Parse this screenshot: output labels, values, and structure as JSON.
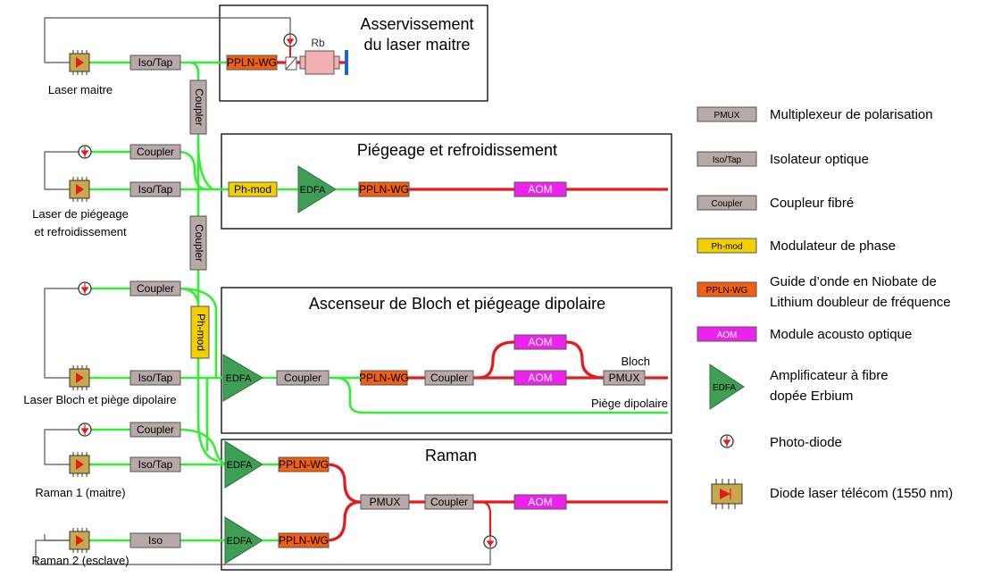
{
  "colors": {
    "fiber_green": "#33ee33",
    "free_space_red": "#e41b1b",
    "pmux_fill": "#b8a8a8",
    "isotap_fill": "#b8a8a8",
    "coupler_fill": "#b8a8a8",
    "phmod_fill": "#f2d000",
    "pplnwg_fill": "#f06010",
    "aom_fill": "#ee22ee",
    "edfa_fill": "#3f9e55",
    "laser_fill": "#c8a84c",
    "rb_cell_fill": "#f2b0b0",
    "mirror_blue": "#2266cc"
  },
  "panels": {
    "master_lock": {
      "title_line1": "Asservissement",
      "title_line2": "du laser maitre"
    },
    "cooling": {
      "title": "Piégeage et refroidissement"
    },
    "bloch": {
      "title": "Ascenseur de Bloch et piégeage dipolaire",
      "out_bloch": "Bloch",
      "out_dipole": "Piège dipolaire"
    },
    "raman": {
      "title": "Raman"
    }
  },
  "lasers": {
    "master": "Laser maitre",
    "cooling_line1": "Laser de piégeage",
    "cooling_line2": "et refroidissement",
    "bloch": "Laser Bloch et piège dipolaire",
    "raman1": "Raman 1 (maitre)",
    "raman2": "Raman 2 (esclave)"
  },
  "components": {
    "isotap": "Iso/Tap",
    "iso": "Iso",
    "coupler": "Coupler",
    "phmod": "Ph-mod",
    "pplnwg": "PPLN-WG",
    "aom": "AOM",
    "edfa": "EDFA",
    "pmux": "PMUX",
    "rb": "Rb"
  },
  "legend": [
    {
      "icon": "pmux",
      "badge": "PMUX",
      "text1": "Multiplexeur de polarisation",
      "text2": ""
    },
    {
      "icon": "isotap",
      "badge": "Iso/Tap",
      "text1": "Isolateur optique",
      "text2": ""
    },
    {
      "icon": "coupler",
      "badge": "Coupler",
      "text1": "Coupleur fibré",
      "text2": ""
    },
    {
      "icon": "phmod",
      "badge": "Ph-mod",
      "text1": "Modulateur de phase",
      "text2": ""
    },
    {
      "icon": "pplnwg",
      "badge": "PPLN-WG",
      "text1": "Guide d’onde en Niobate de",
      "text2": "Lithium doubleur de fréquence"
    },
    {
      "icon": "aom",
      "badge": "AOM",
      "text1": "Module acousto optique",
      "text2": ""
    },
    {
      "icon": "edfa",
      "badge": "EDFA",
      "text1": "Amplificateur à fibre",
      "text2": "dopée Erbium"
    },
    {
      "icon": "photodiode",
      "badge": "",
      "text1": "Photo-diode",
      "text2": ""
    },
    {
      "icon": "laser",
      "badge": "",
      "text1": "Diode laser télécom (1550 nm)",
      "text2": ""
    }
  ]
}
